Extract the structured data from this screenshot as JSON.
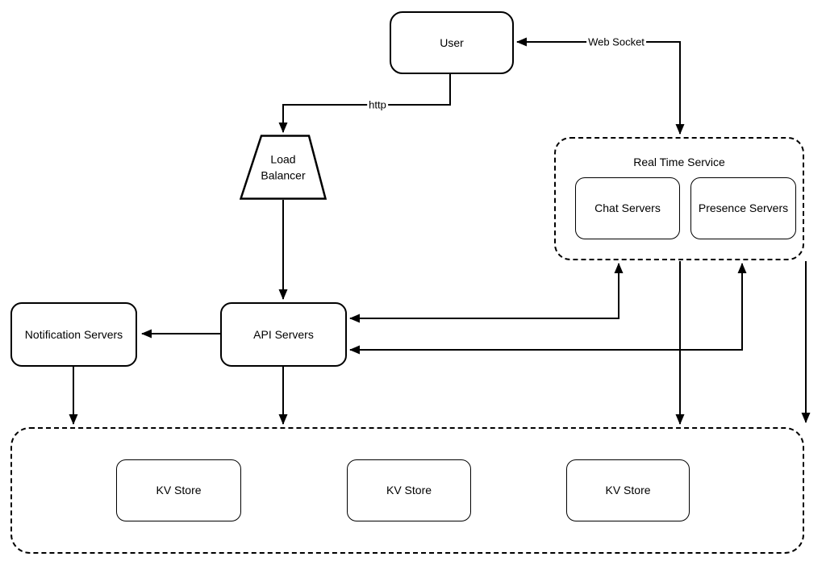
{
  "nodes": {
    "user": {
      "label": "User"
    },
    "load_balancer": {
      "label": "Load Balancer"
    },
    "real_time_service": {
      "label": "Real Time Service"
    },
    "chat_servers": {
      "label": "Chat Servers"
    },
    "presence_servers": {
      "label": "Presence Servers"
    },
    "notification_servers": {
      "label": "Notification Servers"
    },
    "api_servers": {
      "label": "API Servers"
    },
    "kv_store_1": {
      "label": "KV Store"
    },
    "kv_store_2": {
      "label": "KV Store"
    },
    "kv_store_3": {
      "label": "KV Store"
    }
  },
  "edge_labels": {
    "http": "http",
    "web_socket": "Web Socket"
  },
  "colors": {
    "stroke": "#000000",
    "node_fill": "#ffffff",
    "background": "#ffffff"
  }
}
